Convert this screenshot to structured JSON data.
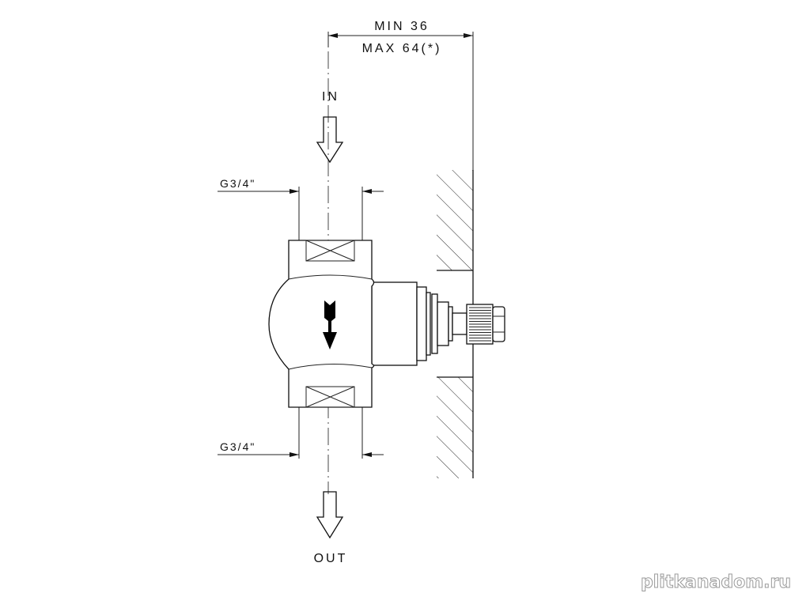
{
  "drawing": {
    "dimension_top_min": "MIN 36",
    "dimension_top_max": "MAX 64(*)",
    "inlet_label": "IN",
    "outlet_label": "OUT",
    "thread_top": "G3/4\"",
    "thread_bottom": "G3/4\""
  },
  "watermark": "plitkanadom.ru"
}
